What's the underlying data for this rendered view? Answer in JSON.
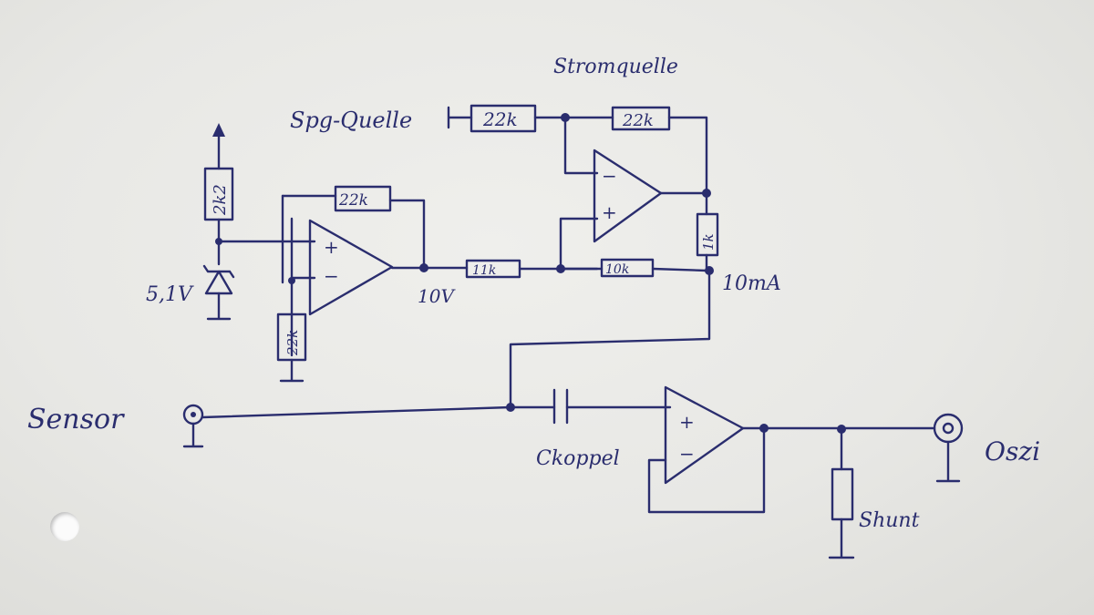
{
  "labels": {
    "stromquelle": "Stromquelle",
    "spg_quelle": "Spg-Quelle",
    "r_spg": "22k",
    "r_feedback_top": "22k",
    "r_2k2": "2k2",
    "r_22k_mid": "22k",
    "r_11k": "11k",
    "r_10k": "10k",
    "r_1k": "1k",
    "r_22k_bottom": "22k",
    "zener_voltage": "5,1V",
    "v_10": "10V",
    "current": "10mA",
    "sensor": "Sensor",
    "c_koppel": "Ckoppel",
    "oszi": "Oszi",
    "shunt": "Shunt",
    "plus": "+",
    "minus": "−"
  }
}
